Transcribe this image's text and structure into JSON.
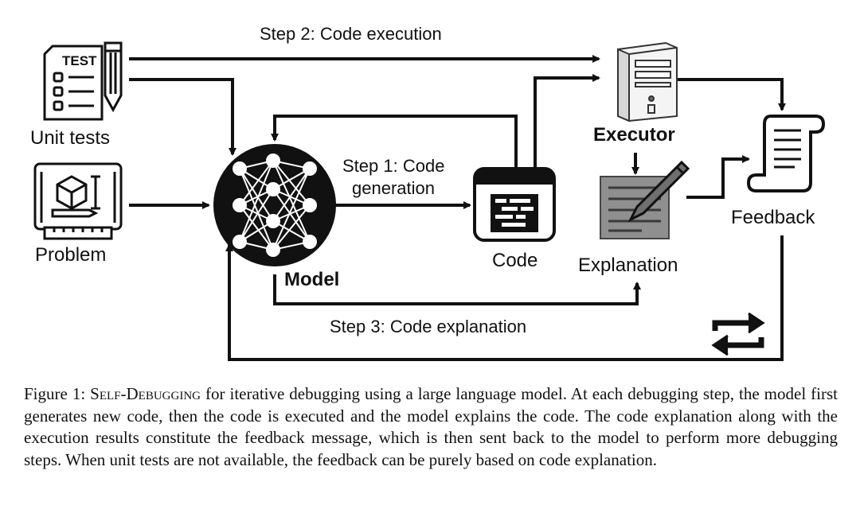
{
  "diagram": {
    "step2_label": "Step 2: Code execution",
    "step1_label_line1": "Step 1: Code",
    "step1_label_line2": "generation",
    "step3_label": "Step 3: Code explanation",
    "unit_tests_label": "Unit tests",
    "unit_tests_icon_text": "TEST",
    "problem_label": "Problem",
    "model_label": "Model",
    "code_label": "Code",
    "executor_label": "Executor",
    "explanation_label": "Explanation",
    "feedback_label": "Feedback"
  },
  "caption": {
    "prefix": "Figure 1: ",
    "method_name": "Self-Debugging",
    "text": " for iterative debugging using a large language model. At each debugging step, the model first generates new code, then the code is executed and the model explains the code. The code explanation along with the execution results constitute the feedback message, which is then sent back to the model to perform more debugging steps. When unit tests are not available, the feedback can be purely based on code explanation."
  }
}
